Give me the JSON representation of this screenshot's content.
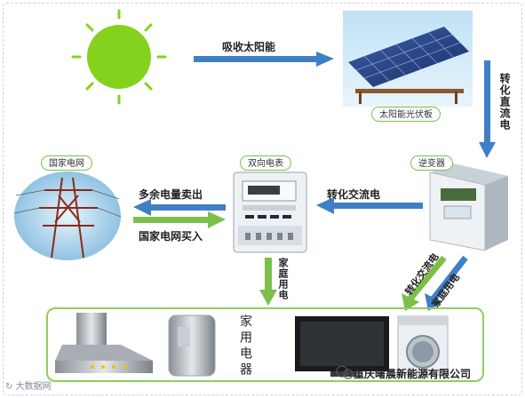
{
  "nodes": {
    "solar_panel": {
      "label": "太阳能光伏板"
    },
    "grid": {
      "label": "国家电网"
    },
    "meter": {
      "label": "双向电表"
    },
    "inverter": {
      "label": "逆变器"
    }
  },
  "arrows": {
    "absorb": "吸收太阳能",
    "to_dc": "转化直流电",
    "to_ac": "转化交流电",
    "sell": "多余电量卖出",
    "buy": "国家电网买入",
    "home_power": "家庭用电",
    "inverter_ac": "转化交流电",
    "inverter_home": "家庭用电"
  },
  "appliances": {
    "label": "家用电器"
  },
  "footer": {
    "watermark": "大数据网",
    "company": "重庆曙晨新能源有限公司"
  },
  "colors": {
    "blue_arrow": "#3f7fc6",
    "green_arrow": "#7cc04a",
    "sun": "#84d21e"
  }
}
